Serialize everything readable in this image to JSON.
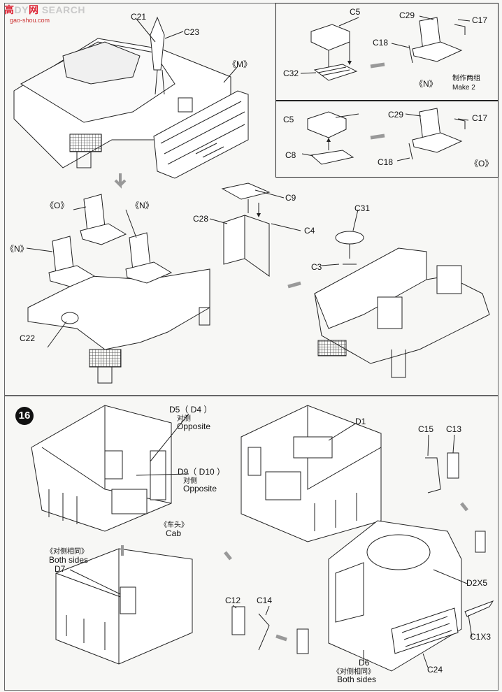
{
  "watermark": {
    "brand_cn": "高",
    "brand_mid": "DY",
    "brand_net": "网",
    "search": "SEARCH",
    "sub": "gao-shou.com"
  },
  "step_number": "16",
  "labels": {
    "c21": "C21",
    "c23": "C23",
    "m1": "《M》",
    "c5a": "C5",
    "c29a": "C29",
    "c17a": "C17",
    "c18a": "C18",
    "c32": "C32",
    "n_top": "《N》",
    "make_cn": "制作两组",
    "make_en": "Make  2",
    "c5b": "C5",
    "c29b": "C29",
    "c17b": "C17",
    "c8": "C8",
    "c18b": "C18",
    "o_top": "《O》",
    "o_mid": "《O》",
    "n_mid1": "《N》",
    "n_mid2": "《N》",
    "c22": "C22",
    "c9": "C9",
    "c28": "C28",
    "c4": "C4",
    "c31": "C31",
    "c3": "C3",
    "d5": "D5（ D4 ）",
    "d5_cn": "对侧",
    "d5_en": "Opposite",
    "d9": "D9（ D10 ）",
    "d9_cn": "对侧",
    "d9_en": "Opposite",
    "cab_cn": "《车头》",
    "cab_en": "Cab",
    "d1": "D1",
    "c15": "C15",
    "c13": "C13",
    "both1_cn": "《对侧相同》",
    "both1_en": "Both sides",
    "d7": "D7",
    "c12": "C12",
    "c14": "C14",
    "d2": "D2X5",
    "c1": "C1X3",
    "d6": "D6",
    "both2_cn": "《对侧相同》",
    "both2_en": "Both sides",
    "c24": "C24"
  }
}
